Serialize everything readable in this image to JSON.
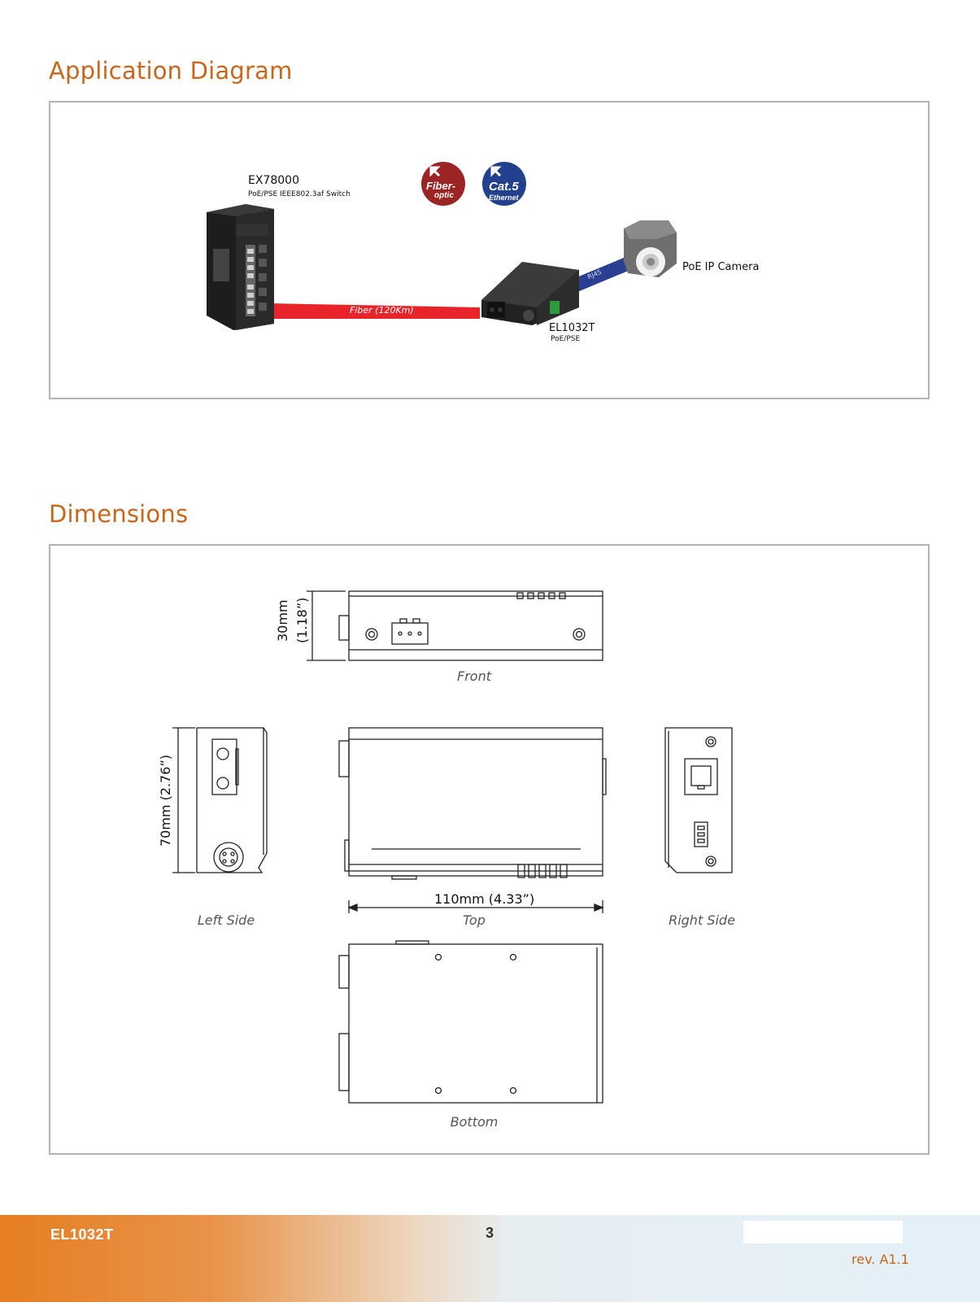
{
  "headings": {
    "application": "Application Diagram",
    "dimensions": "Dimensions"
  },
  "application_diagram": {
    "switch_name": "EX78000",
    "switch_desc": "PoE/PSE IEEE802.3af Switch",
    "badge_fiber_top": "Fiber-",
    "badge_fiber_bottom": "optic",
    "badge_cat_top": "Cat.5",
    "badge_cat_bottom": "Ethernet",
    "fiber_label": "Fiber (120Km)",
    "rj45_label": "RJ45",
    "camera_label": "PoE IP Camera",
    "device_name": "EL1032T",
    "device_desc": "PoE/PSE",
    "colors": {
      "fiber": "#e8232a",
      "ethernet": "#2b3f91",
      "badge_fiber": "#9b2424",
      "badge_cat": "#23408e"
    }
  },
  "dimensions": {
    "height_mm": "30mm",
    "height_in": "(1.18”)",
    "depth": "70mm (2.76”)",
    "width": "110mm (4.33”)",
    "views": {
      "front": "Front",
      "left": "Left Side",
      "top": "Top",
      "right": "Right Side",
      "bottom": "Bottom"
    }
  },
  "footer": {
    "product": "EL1032T",
    "page": "3",
    "revision": "rev. A1.1",
    "accent": "#e67e22"
  }
}
